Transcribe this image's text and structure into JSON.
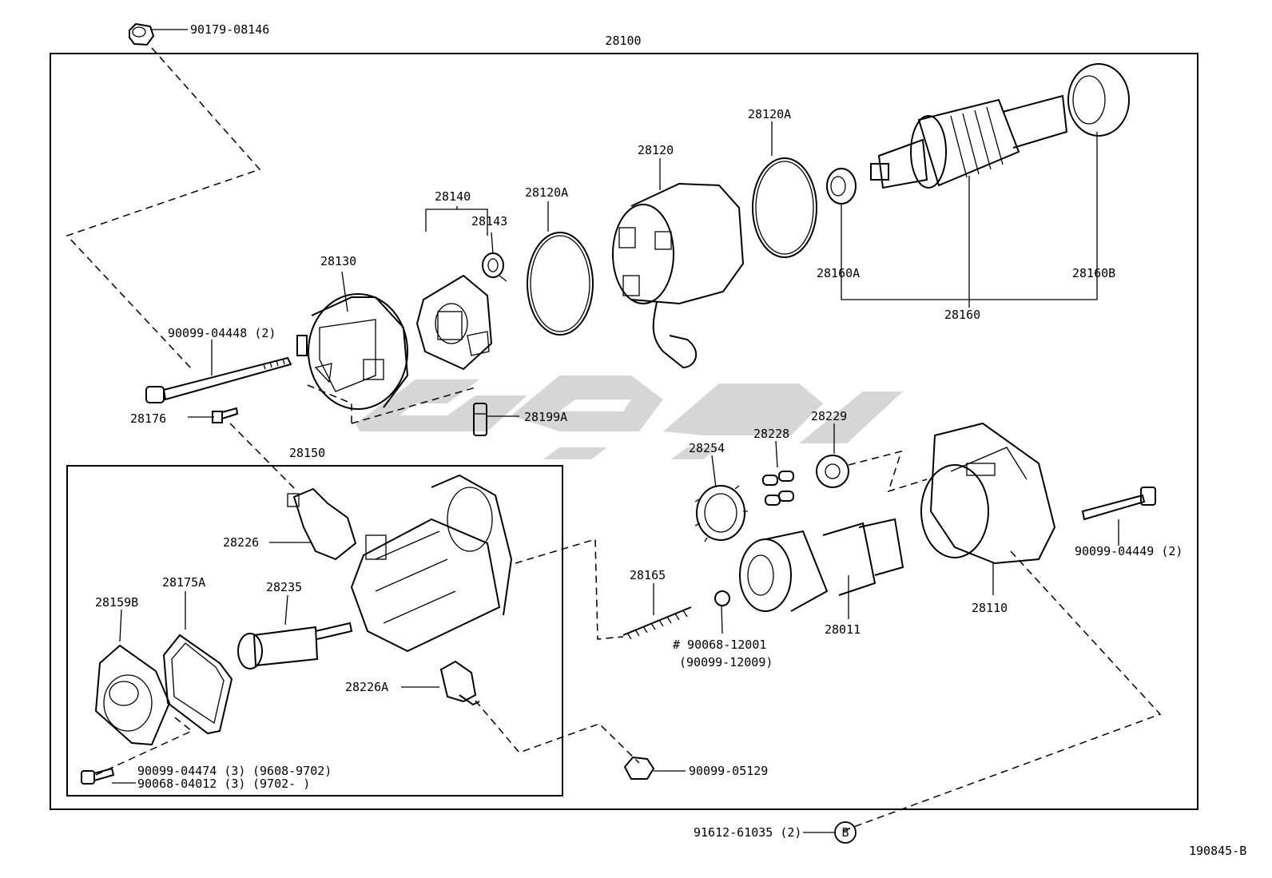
{
  "diagram": {
    "assembly_number": "28100",
    "sub_assembly_number": "28150",
    "figure_code": "190845-B",
    "callout_circle": "B",
    "labels": {
      "p90179_08146": "90179-08146",
      "p90099_04448": "90099-04448 (2)",
      "p28176": "28176",
      "p28130": "28130",
      "p28140": "28140",
      "p28143": "28143",
      "p28120A_a": "28120A",
      "p28120": "28120",
      "p28120A_b": "28120A",
      "p28160A": "28160A",
      "p28160B": "28160B",
      "p28160": "28160",
      "p28199A": "28199A",
      "p28254": "28254",
      "p28228": "28228",
      "p28229": "28229",
      "p90099_04449": "90099-04449 (2)",
      "p28226": "28226",
      "p28175A": "28175A",
      "p28235": "28235",
      "p28159B": "28159B",
      "p28226A": "28226A",
      "p28165": "28165",
      "p90068_12001": "# 90068-12001",
      "p90099_12009": "(90099-12009)",
      "p28011": "28011",
      "p28110": "28110",
      "p90099_04474": "90099-04474 (3)",
      "p90099_04474_range": "(9608-9702)",
      "p90068_04012": "90068-04012 (3)",
      "p90068_04012_range": "(9702-        )",
      "p90099_05129": "90099-05129",
      "p91612_61035": "91612-61035 (2)"
    }
  }
}
